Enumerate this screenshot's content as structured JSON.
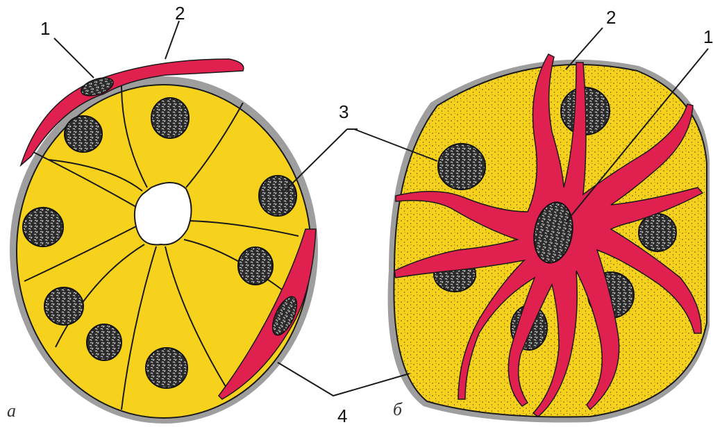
{
  "labels": {
    "one_left": "1",
    "two_left": "2",
    "three": "3",
    "four": "4",
    "two_right": "2",
    "one_right": "1"
  },
  "panels": {
    "left": "a",
    "right": "б"
  },
  "colors": {
    "cytoplasm": "#F6D21C",
    "cytoplasm_border": "#E9B810",
    "myoepithelial": "#E0204F",
    "basement_membrane": "#9E9E9E",
    "nucleus": "#2B2B2B",
    "outline": "#1A1A1A"
  }
}
